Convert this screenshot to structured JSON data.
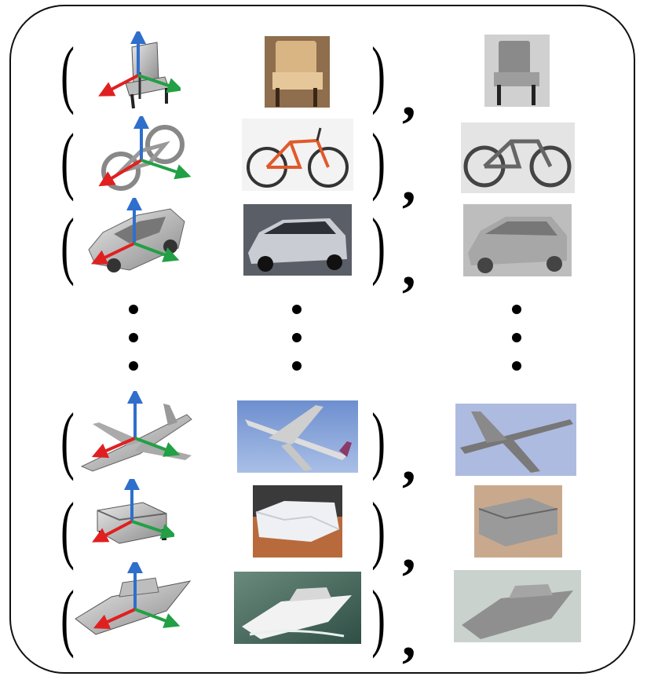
{
  "rows": [
    {
      "category": "chair"
    },
    {
      "category": "bicycle"
    },
    {
      "category": "car"
    },
    {
      "category": "airplane"
    },
    {
      "category": "sofa"
    },
    {
      "category": "boat"
    }
  ],
  "axis_colors": {
    "x": "#e02020",
    "y": "#22a045",
    "z": "#2f6fcc"
  },
  "icons": [
    "chair-icon",
    "bicycle-icon",
    "car-icon",
    "airplane-icon",
    "sofa-icon",
    "boat-icon"
  ]
}
